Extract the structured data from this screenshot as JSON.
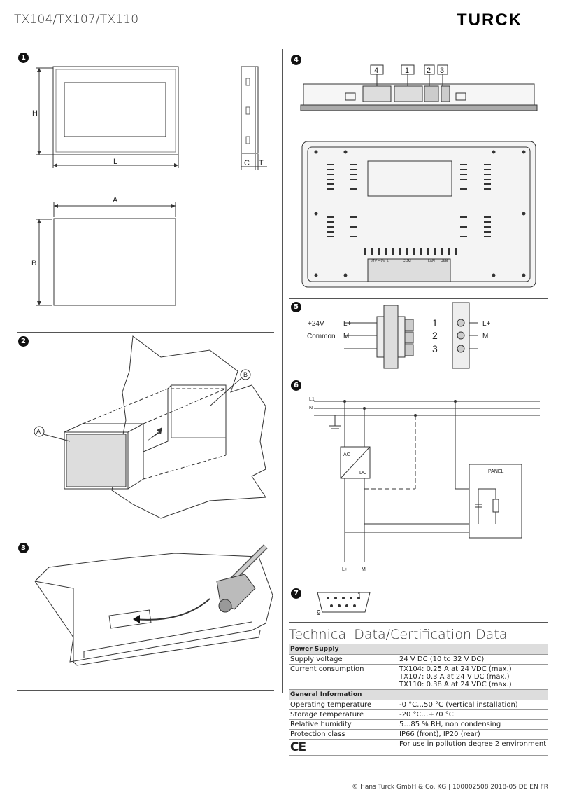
{
  "header": {
    "title": "TX104/TX107/TX110",
    "brand": "TURCK"
  },
  "badges": {
    "s1": "1",
    "s2": "2",
    "s3": "3",
    "s4": "4",
    "s5": "5",
    "s6": "6",
    "s7": "7"
  },
  "dimensions": {
    "h": "H",
    "l": "L",
    "c": "C",
    "t": "T",
    "a": "A",
    "b": "B"
  },
  "mounting": {
    "callout_a": "A",
    "callout_b": "B"
  },
  "connectors": {
    "n4": "4",
    "n1": "1",
    "n2": "2",
    "n3": "3",
    "port_24v": "24V = 0V ⏚",
    "port_com": "COM",
    "port_lan": "LAN",
    "port_usb": "USB"
  },
  "power_connector": {
    "supply": "+24V",
    "common": "Common",
    "lplus": "L+",
    "m": "M",
    "pin1": "1",
    "pin2": "2",
    "pin3": "3",
    "lplus_right": "L+",
    "m_right": "M"
  },
  "wiring": {
    "l1": "L1",
    "n": "N",
    "ac": "AC",
    "dc": "DC",
    "panel": "PANEL",
    "lplus": "L+",
    "m": "M"
  },
  "serial": {
    "pin1": "1",
    "pin9": "9"
  },
  "tech": {
    "title": "Technical Data/Certification Data",
    "power_supply": "Power Supply",
    "supply_voltage_label": "Supply voltage",
    "supply_voltage_value": "24 V DC (10 to 32 V DC)",
    "current_label": "Current consumption",
    "current_tx104": "TX104: 0.25 A at 24  VDC (max.)",
    "current_tx107": "TX107: 0.3 A at 24 V DC (max.)",
    "current_tx110": "TX110: 0.38 A at 24 VDC (max.)",
    "general_info": "General Information",
    "op_temp_label": "Operating temperature",
    "op_temp_value": "-0 °C…50 °C (vertical installation)",
    "storage_temp_label": "Storage temperature",
    "storage_temp_value": "-20 °C…+70 °C",
    "humidity_label": "Relative humidity",
    "humidity_value": "5…85 % RH, non condensing",
    "protection_label": "Protection class",
    "protection_value": "IP66 (front), IP20 (rear)",
    "ce_mark": "CE",
    "pollution_value": "For use in pollution degree 2 environment"
  },
  "footer": {
    "text": "© Hans Turck GmbH & Co. KG | 100002508 2018-05 DE EN FR"
  }
}
